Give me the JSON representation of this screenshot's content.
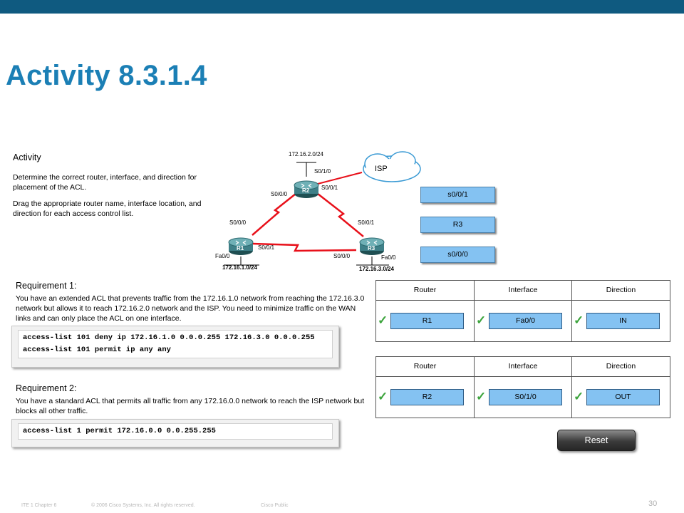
{
  "slide": {
    "title": "Activity 8.3.1.4"
  },
  "activity": {
    "heading": "Activity",
    "para1": "Determine the correct router, interface, and direction for placement of the ACL.",
    "para2": "Drag the appropriate router name, interface location, and direction for each access control list."
  },
  "topology": {
    "networks": {
      "r2_lan": "172.16.2.0/24",
      "r1_lan": "172.16.1.0/24",
      "r3_lan": "172.16.3.0/24"
    },
    "cloud_label": "ISP",
    "routers": {
      "r1": "R1",
      "r2": "R2",
      "r3": "R3"
    },
    "interfaces": {
      "r2_s010": "S0/1/0",
      "r2_s001": "S0/0/1",
      "r2_s000": "S0/0/0",
      "r1_s000": "S0/0/0",
      "r1_s001": "S0/0/1",
      "r1_fa00": "Fa0/0",
      "r3_s001": "S0/0/1",
      "r3_s000": "S0/0/0",
      "r3_fa00": "Fa0/0"
    }
  },
  "drag_options": [
    "s0/0/1",
    "R3",
    "s0/0/0"
  ],
  "requirement1": {
    "heading": "Requirement 1:",
    "text": "You have an extended ACL that prevents traffic from the 172.16.1.0 network from reaching the 172.16.3.0 network but allows it to reach 172.16.2.0 network and the ISP. You need to minimize traffic on the WAN links and can only place the ACL on one interface.",
    "code": [
      "access-list 101 deny ip 172.16.1.0 0.0.0.255 172.16.3.0 0.0.0.255",
      "access-list 101 permit ip any any"
    ]
  },
  "requirement2": {
    "heading": "Requirement 2:",
    "text": "You have a standard ACL that permits all traffic from any 172.16.0.0 network to reach the ISP network but blocks all other traffic.",
    "code": [
      "access-list 1 permit 172.16.0.0 0.0.255.255"
    ]
  },
  "tables": {
    "headers": [
      "Router",
      "Interface",
      "Direction"
    ],
    "table1": {
      "router": "R1",
      "interface": "Fa0/0",
      "direction": "IN"
    },
    "table2": {
      "router": "R2",
      "interface": "S0/1/0",
      "direction": "OUT"
    }
  },
  "reset_label": "Reset",
  "footer": {
    "course": "ITE 1 Chapter 6",
    "copyright": "© 2006 Cisco Systems, Inc. All rights reserved.",
    "classification": "Cisco Public",
    "page_number": "30"
  },
  "colors": {
    "top_bar": "#0f5a80",
    "title": "#1b7fb5",
    "answer_fill": "#84c2f2",
    "wan_link": "#e8101a",
    "check": "#3ca43c"
  },
  "icons": [
    "router-icon",
    "cloud-icon",
    "check-icon",
    "lightning-link-icon"
  ]
}
